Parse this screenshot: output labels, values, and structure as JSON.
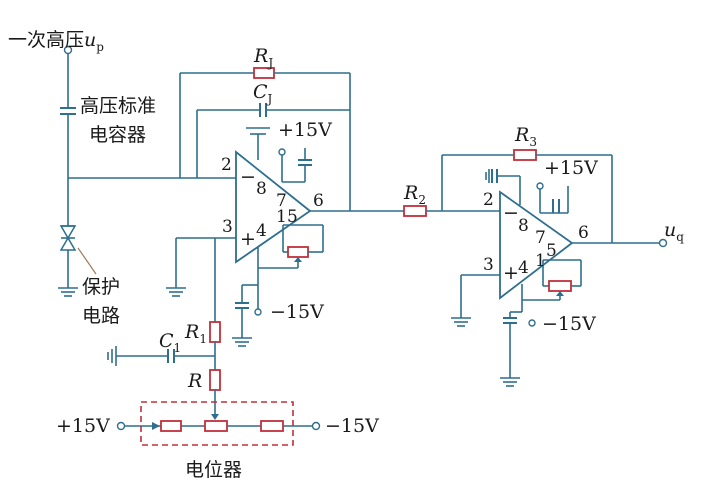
{
  "labels": {
    "primary_voltage": "一次高压",
    "u_symbol": "u",
    "u_p_sub": "p",
    "u_q_sub": "q",
    "capacitor_line1": "高压标准",
    "capacitor_line2": "电容器",
    "protection_line1": "保护",
    "protection_line2": "电路",
    "potentiometer": "电位器",
    "plus15": "+15V",
    "minus15": "−15V"
  },
  "components": {
    "R": "R",
    "C": "C",
    "sub_J": "J",
    "sub_1": "1",
    "sub_2": "2",
    "sub_3": "3"
  },
  "pins": {
    "p1": "1",
    "p2": "2",
    "p3": "3",
    "p4": "4",
    "p5": "5",
    "p6": "6",
    "p7": "7",
    "p8": "8"
  },
  "signs": {
    "minus": "−",
    "plus": "+"
  }
}
